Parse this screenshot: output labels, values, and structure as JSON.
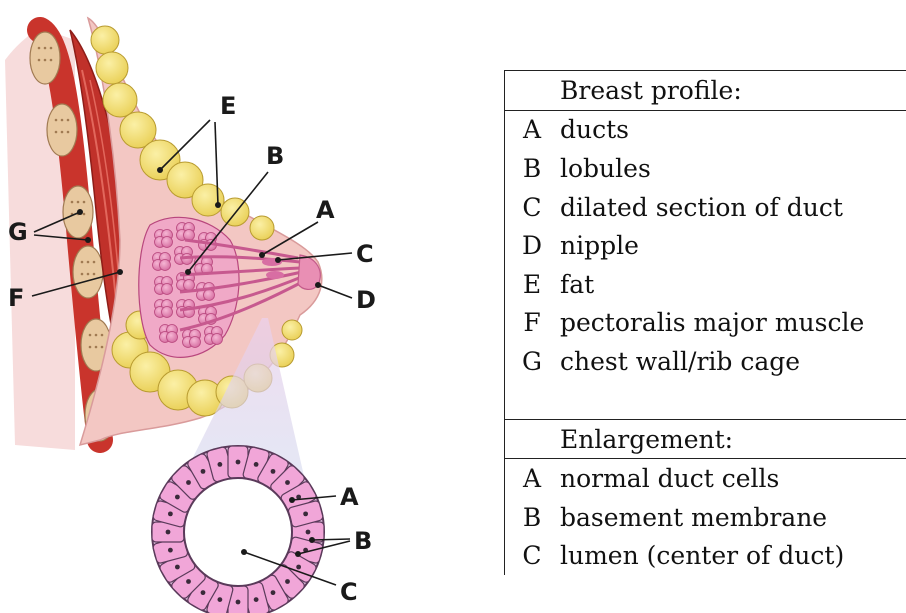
{
  "diagram_labels": {
    "profile": {
      "A": "A",
      "B": "B",
      "C": "C",
      "D": "D",
      "E": "E",
      "F": "F",
      "G": "G"
    },
    "enlargement": {
      "A": "A",
      "B": "B",
      "C": "C"
    }
  },
  "legend": {
    "profile_heading": "Breast profile:",
    "profile_items": [
      {
        "key": "A",
        "text": "ducts"
      },
      {
        "key": "B",
        "text": "lobules"
      },
      {
        "key": "C",
        "text": "dilated section of duct"
      },
      {
        "key": "D",
        "text": "nipple"
      },
      {
        "key": "E",
        "text": "fat"
      },
      {
        "key": "F",
        "text": "pectoralis major muscle"
      },
      {
        "key": "G",
        "text": "chest wall/rib cage"
      }
    ],
    "enlargement_heading": "Enlargement:",
    "enlargement_items": [
      {
        "key": "A",
        "text": "normal duct cells"
      },
      {
        "key": "B",
        "text": "basement membrane"
      },
      {
        "key": "C",
        "text": "lumen (center of duct)"
      }
    ]
  },
  "colors": {
    "rib": "#e8c9a0",
    "muscle": "#c9342c",
    "fat": "#f5e27a",
    "skin": "#f3c7c3",
    "lobule": "#e68ab6",
    "duct_cell": "#f1a6d8"
  }
}
